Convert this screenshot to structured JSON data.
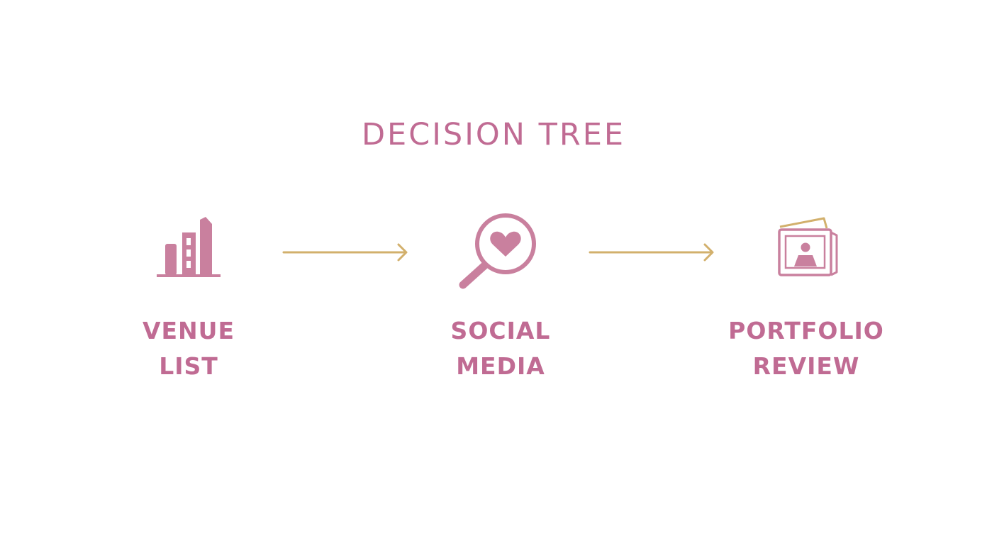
{
  "title": "DECISION TREE",
  "colors": {
    "primary": "#c06b93",
    "icon_fill": "#c9809e",
    "arrow": "#d2b06c",
    "background": "#ffffff"
  },
  "steps": [
    {
      "icon": "buildings-icon",
      "line1": "VENUE",
      "line2": "LIST"
    },
    {
      "icon": "magnifier-heart-icon",
      "line1": "SOCIAL",
      "line2": "MEDIA"
    },
    {
      "icon": "photo-album-icon",
      "line1": "PORTFOLIO",
      "line2": "REVIEW"
    }
  ]
}
